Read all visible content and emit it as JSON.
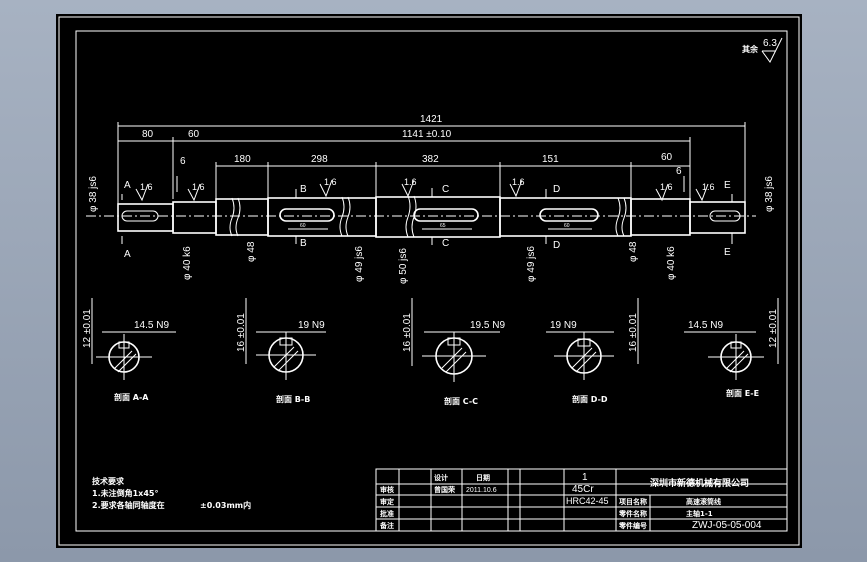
{
  "roughness_note": {
    "label": "其余",
    "value": "6.3"
  },
  "dimensions": {
    "total_length": "1421",
    "inner_length": "1141 ±0.10",
    "left_end": "80",
    "left_second": "60",
    "right_end": "60",
    "left_shoulder": "6",
    "right_shoulder": "6",
    "seg_180": "180",
    "seg_298": "298",
    "seg_382": "382",
    "seg_151": "151",
    "dia_left_end": "φ 38 js6",
    "dia_left_bearing": "φ 40 k6",
    "dia_48_left": "φ 48",
    "dia_49_left": "φ 49 js6",
    "dia_50": "φ 50 js6",
    "dia_49_right": "φ 49 js6",
    "dia_48_right": "φ 48",
    "dia_right_bearing": "φ 40 k6",
    "dia_right_end": "φ 38 js6",
    "key_len_1": "60",
    "key_len_2": "65",
    "key_len_3": "60"
  },
  "roughness": [
    "1.6",
    "1.6",
    "1.6",
    "1.6",
    "1.6",
    "1.6",
    "1.6"
  ],
  "section_letters": [
    "A",
    "B",
    "C",
    "D",
    "E"
  ],
  "sections": [
    {
      "label": "剖面 A-A",
      "width": "14.5 N9",
      "height": "12 ±0.01"
    },
    {
      "label": "剖面 B-B",
      "width": "19 N9",
      "height": "16 ±0.01"
    },
    {
      "label": "剖面 C-C",
      "width": "19.5 N9",
      "height": "16 ±0.01"
    },
    {
      "label": "剖面 D-D",
      "width": "19 N9",
      "height": "16 ±0.01"
    },
    {
      "label": "剖面 E-E",
      "width": "14.5 N9",
      "height": "12 ±0.01"
    }
  ],
  "tech": {
    "title": "技术要求",
    "line1": "1.未注倒角1x45°",
    "line2": "2.要求各轴同轴度在",
    "tol": "±0.03mm内"
  },
  "title_block": {
    "designer_label": "设计",
    "designer_name": "曾国荣",
    "date_label": "日期",
    "date": "2011.10.6",
    "qty": "1",
    "material": "45Cr",
    "heat": "HRC42-45",
    "company": "深圳市新德机械有限公司",
    "proj_label": "项目名称",
    "proj": "高速滚筒线",
    "part_label": "零件名称",
    "part": "主轴1-1",
    "no_label": "零件编号",
    "drawing_no": "ZWJ-05-05-004",
    "row_labels": [
      "审核",
      "审定",
      "批准",
      "备注"
    ]
  }
}
